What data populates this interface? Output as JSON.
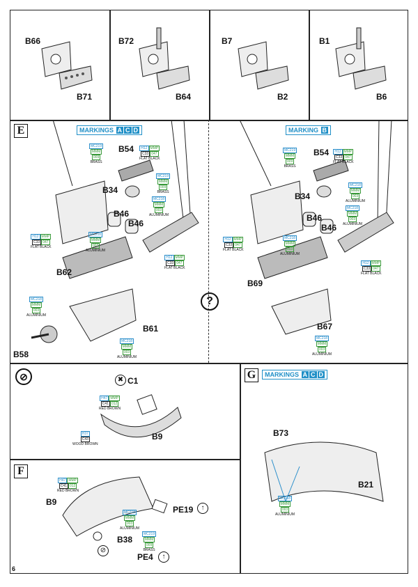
{
  "top_panels": [
    {
      "a": "B66",
      "b": "B71"
    },
    {
      "a": "B72",
      "b": "B64"
    },
    {
      "a": "B7",
      "b": "B2"
    },
    {
      "a": "B1",
      "b": "B6"
    }
  ],
  "section_e": {
    "letter": "E",
    "left_markings_label": "MARKINGS",
    "left_markings_letters": [
      "A",
      "C",
      "D"
    ],
    "right_markings_label": "MARKING",
    "right_markings_letters": [
      "B"
    ],
    "left_parts": [
      "B54",
      "B34",
      "B46",
      "B46",
      "B62",
      "B61",
      "B58"
    ],
    "right_parts": [
      "B54",
      "B34",
      "B46",
      "B46",
      "B69",
      "B67"
    ],
    "question": "?"
  },
  "paints": {
    "brass": {
      "code": "MC219",
      "mmm": "MMM",
      "num": "009",
      "name": "BRASS"
    },
    "aluminium": {
      "code": "MC218",
      "mmm": "MMM",
      "num": "003",
      "name": "ALUMINIUM"
    },
    "flat_black": {
      "h": "H12",
      "mmp": "MMP",
      "c": "C33",
      "n": "047",
      "name": "FLAT BLACK"
    },
    "red_brown": {
      "h": "H47",
      "mmp": "MMP",
      "c": "C41",
      "n": "012",
      "name": "RED BROWN"
    },
    "wood_brown": {
      "h": "H37",
      "c": "C43",
      "name": "WOOD BROWN"
    }
  },
  "section_remove": {
    "part": "C1",
    "part2": "B9"
  },
  "section_g": {
    "letter": "G",
    "markings_label": "MARKINGS",
    "markings_letters": [
      "A",
      "C",
      "D"
    ],
    "parts": [
      "B73",
      "B21"
    ]
  },
  "section_f": {
    "letter": "F",
    "parts": [
      "B9",
      "PE19",
      "B38",
      "PE4"
    ]
  },
  "page_number": "6"
}
